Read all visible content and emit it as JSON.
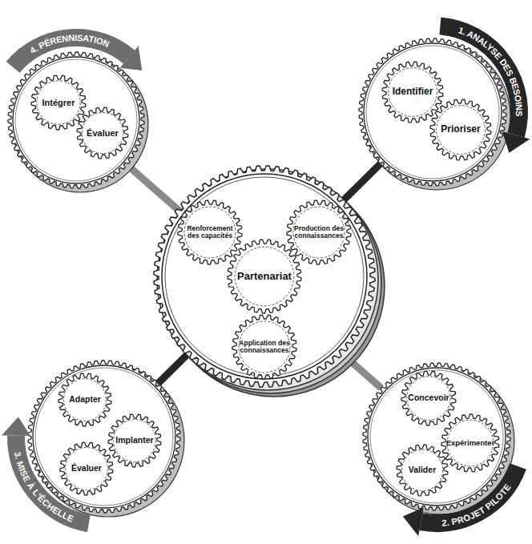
{
  "diagram": {
    "nodes": [
      {
        "text": [
          "4. PÉRENNISATION"
        ]
      },
      {
        "text": [
          "Intégrer"
        ],
        "in": 0
      },
      {
        "text": [
          "Évaluer"
        ],
        "in": 0
      },
      {
        "text": [
          "1. ANALYSE DES BESOINS"
        ]
      },
      {
        "text": [
          "Identifier"
        ],
        "in": 3
      },
      {
        "text": [
          "Prioriser"
        ],
        "in": 3
      },
      {
        "text": [
          "Renforcement des capacités"
        ]
      },
      {
        "text": [
          "Production des connaissances"
        ]
      },
      {
        "text": [
          "Partenariat"
        ]
      },
      {
        "text": [
          "Application des connaissances"
        ]
      },
      {
        "text": [
          "3. MISE À L'ÉCHELLE"
        ]
      },
      {
        "text": [
          "Adapter"
        ],
        "in": 10
      },
      {
        "text": [
          "Implanter"
        ],
        "in": 10
      },
      {
        "text": [
          "Évaluer"
        ],
        "in": 10
      },
      {
        "text": [
          "2. PROJET PILOTE"
        ]
      },
      {
        "text": [
          "Concevoir"
        ],
        "in": 14
      },
      {
        "text": [
          "Expérimenter"
        ],
        "in": 14
      },
      {
        "text": [
          "Valider"
        ],
        "in": 14
      }
    ],
    "edges": [
      {
        "from": 3,
        "to": 10,
        "arrow": "none"
      },
      {
        "from": 0,
        "to": 14,
        "arrow": "none"
      }
    ]
  }
}
